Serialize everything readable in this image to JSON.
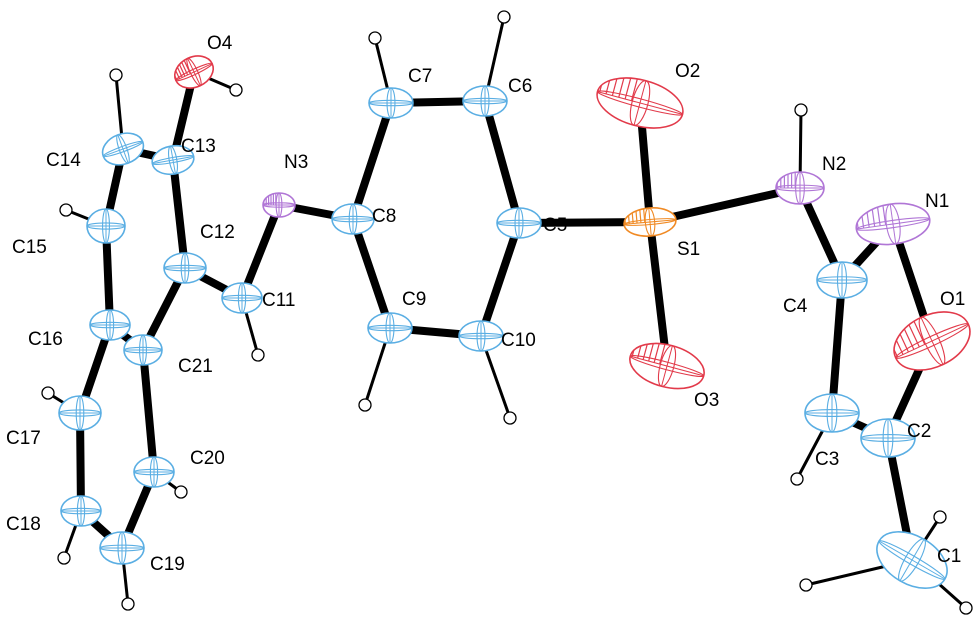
{
  "colors": {
    "carbon": "#5aaee3",
    "nitrogen": "#b076d6",
    "oxygen": "#e23a4a",
    "sulfur": "#f08a24",
    "hydrogen": "#000000",
    "bond": "#000000"
  },
  "atoms": [
    {
      "label": "O4",
      "element": "O",
      "name": "atom-o4"
    },
    {
      "label": "C13",
      "element": "C",
      "name": "atom-c13"
    },
    {
      "label": "C14",
      "element": "C",
      "name": "atom-c14"
    },
    {
      "label": "C12",
      "element": "C",
      "name": "atom-c12"
    },
    {
      "label": "C15",
      "element": "C",
      "name": "atom-c15"
    },
    {
      "label": "C16",
      "element": "C",
      "name": "atom-c16"
    },
    {
      "label": "C21",
      "element": "C",
      "name": "atom-c21"
    },
    {
      "label": "C17",
      "element": "C",
      "name": "atom-c17"
    },
    {
      "label": "C20",
      "element": "C",
      "name": "atom-c20"
    },
    {
      "label": "C18",
      "element": "C",
      "name": "atom-c18"
    },
    {
      "label": "C19",
      "element": "C",
      "name": "atom-c19"
    },
    {
      "label": "C11",
      "element": "C",
      "name": "atom-c11"
    },
    {
      "label": "N3",
      "element": "N",
      "name": "atom-n3"
    },
    {
      "label": "C8",
      "element": "C",
      "name": "atom-c8"
    },
    {
      "label": "C7",
      "element": "C",
      "name": "atom-c7"
    },
    {
      "label": "C6",
      "element": "C",
      "name": "atom-c6"
    },
    {
      "label": "C5",
      "element": "C",
      "name": "atom-c5"
    },
    {
      "label": "C9",
      "element": "C",
      "name": "atom-c9"
    },
    {
      "label": "C10",
      "element": "C",
      "name": "atom-c10"
    },
    {
      "label": "S1",
      "element": "S",
      "name": "atom-s1"
    },
    {
      "label": "O2",
      "element": "O",
      "name": "atom-o2"
    },
    {
      "label": "O3",
      "element": "O",
      "name": "atom-o3"
    },
    {
      "label": "N2",
      "element": "N",
      "name": "atom-n2"
    },
    {
      "label": "N1",
      "element": "N",
      "name": "atom-n1"
    },
    {
      "label": "C4",
      "element": "C",
      "name": "atom-c4"
    },
    {
      "label": "O1",
      "element": "O",
      "name": "atom-o1"
    },
    {
      "label": "C3",
      "element": "C",
      "name": "atom-c3"
    },
    {
      "label": "C2",
      "element": "C",
      "name": "atom-c2"
    },
    {
      "label": "C1",
      "element": "C",
      "name": "atom-c1"
    }
  ],
  "bonds": [
    [
      "O4",
      "C13"
    ],
    [
      "C13",
      "C14"
    ],
    [
      "C13",
      "C12"
    ],
    [
      "C14",
      "C15"
    ],
    [
      "C15",
      "C16"
    ],
    [
      "C16",
      "C21"
    ],
    [
      "C21",
      "C12"
    ],
    [
      "C16",
      "C17"
    ],
    [
      "C17",
      "C18"
    ],
    [
      "C18",
      "C19"
    ],
    [
      "C19",
      "C20"
    ],
    [
      "C20",
      "C21"
    ],
    [
      "C12",
      "C11"
    ],
    [
      "C11",
      "N3"
    ],
    [
      "N3",
      "C8"
    ],
    [
      "C8",
      "C7"
    ],
    [
      "C7",
      "C6"
    ],
    [
      "C6",
      "C5"
    ],
    [
      "C5",
      "C10"
    ],
    [
      "C10",
      "C9"
    ],
    [
      "C9",
      "C8"
    ],
    [
      "C5",
      "S1"
    ],
    [
      "S1",
      "O2"
    ],
    [
      "S1",
      "O3"
    ],
    [
      "S1",
      "N2"
    ],
    [
      "N2",
      "C4"
    ],
    [
      "C4",
      "N1"
    ],
    [
      "N1",
      "O1"
    ],
    [
      "O1",
      "C2"
    ],
    [
      "C2",
      "C3"
    ],
    [
      "C3",
      "C4"
    ],
    [
      "C2",
      "C1"
    ]
  ],
  "hydrogens": [
    {
      "parent": "O4"
    },
    {
      "parent": "C14"
    },
    {
      "parent": "C15"
    },
    {
      "parent": "C11"
    },
    {
      "parent": "C17"
    },
    {
      "parent": "C20"
    },
    {
      "parent": "C18"
    },
    {
      "parent": "C19"
    },
    {
      "parent": "C7"
    },
    {
      "parent": "C6"
    },
    {
      "parent": "C9"
    },
    {
      "parent": "C10"
    },
    {
      "parent": "N2"
    },
    {
      "parent": "C3"
    },
    {
      "parent": "C1"
    },
    {
      "parent": "C1"
    },
    {
      "parent": "C1"
    }
  ]
}
